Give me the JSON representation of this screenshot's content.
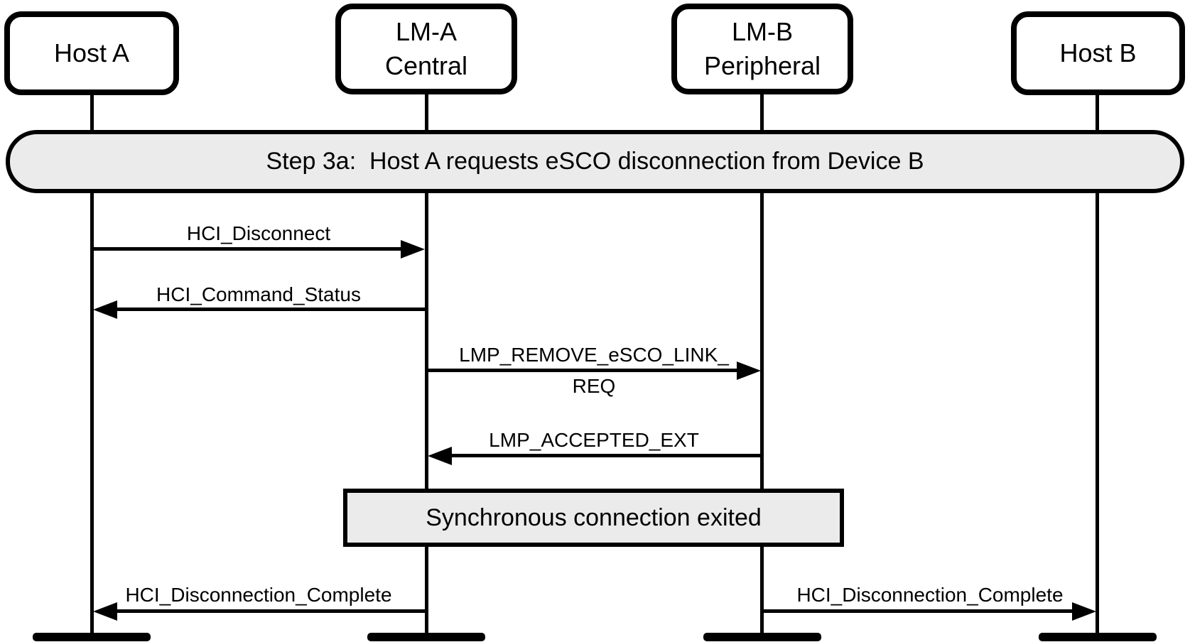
{
  "diagram": {
    "actors": [
      {
        "id": "host-a",
        "lines": [
          "Host A"
        ]
      },
      {
        "id": "lm-a",
        "lines": [
          "LM-A",
          "Central"
        ]
      },
      {
        "id": "lm-b",
        "lines": [
          "LM-B",
          "Peripheral"
        ]
      },
      {
        "id": "host-b",
        "lines": [
          "Host B"
        ]
      }
    ],
    "step_banner": "Step 3a:  Host A requests eSCO disconnection from Device B",
    "messages": [
      {
        "label": "HCI_Disconnect",
        "from": "Host A",
        "to": "LM-A Central",
        "direction": "right"
      },
      {
        "label": "HCI_Command_Status",
        "from": "LM-A Central",
        "to": "Host A",
        "direction": "left"
      },
      {
        "label": "LMP_REMOVE_eSCO_LINK_",
        "label_line2": "REQ",
        "from": "LM-A Central",
        "to": "LM-B Peripheral",
        "direction": "right"
      },
      {
        "label": "LMP_ACCEPTED_EXT",
        "from": "LM-B Peripheral",
        "to": "LM-A Central",
        "direction": "left"
      },
      {
        "label": "HCI_Disconnection_Complete",
        "from": "LM-A Central",
        "to": "Host A",
        "direction": "left"
      },
      {
        "label": "HCI_Disconnection_Complete",
        "from": "LM-B Peripheral",
        "to": "Host B",
        "direction": "right"
      }
    ],
    "note": "Synchronous connection exited",
    "colors": {
      "line": "#000000",
      "fill": "#ebebeb",
      "background": "#ffffff",
      "text": "#000000"
    }
  }
}
